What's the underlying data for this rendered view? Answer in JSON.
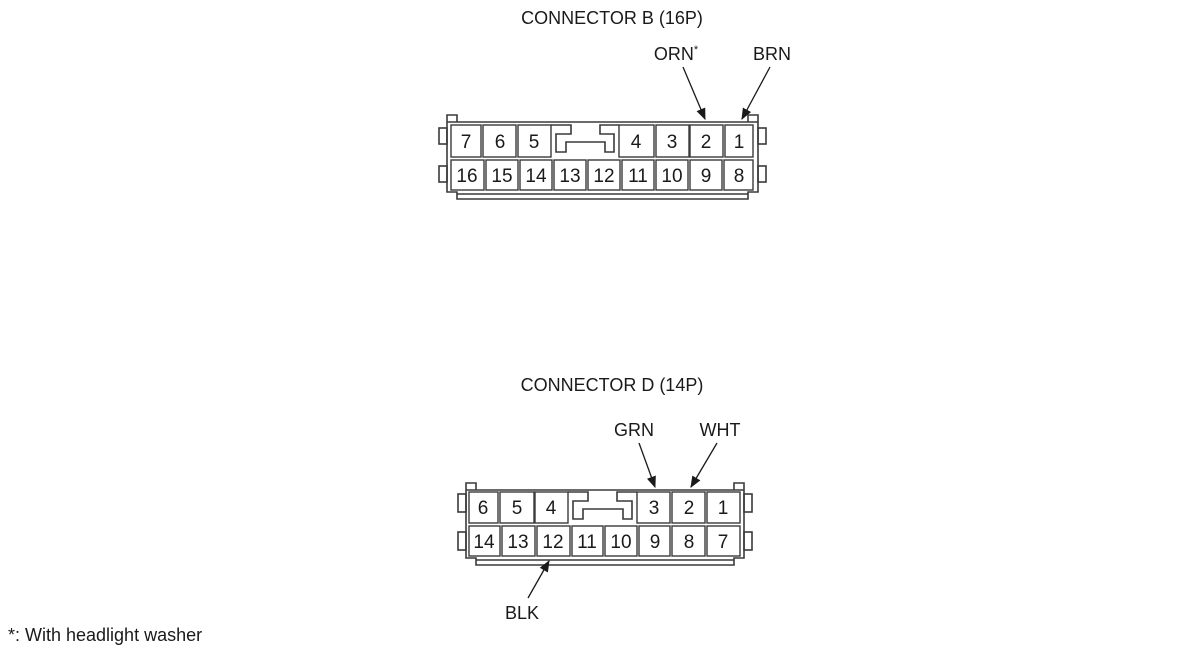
{
  "connectors": [
    {
      "title": "CONNECTOR B (16P)",
      "top_row": [
        "7",
        "6",
        "5",
        "4",
        "3",
        "2",
        "1"
      ],
      "bottom_row": [
        "16",
        "15",
        "14",
        "13",
        "12",
        "11",
        "10",
        "9",
        "8"
      ],
      "wires": [
        {
          "color": "ORN",
          "mark": "*",
          "pin": "2"
        },
        {
          "color": "BRN",
          "mark": "",
          "pin": "1"
        }
      ]
    },
    {
      "title": "CONNECTOR D (14P)",
      "top_row": [
        "6",
        "5",
        "4",
        "3",
        "2",
        "1"
      ],
      "bottom_row": [
        "14",
        "13",
        "12",
        "11",
        "10",
        "9",
        "8",
        "7"
      ],
      "wires": [
        {
          "color": "GRN",
          "mark": "",
          "pin": "3"
        },
        {
          "color": "WHT",
          "mark": "",
          "pin": "2"
        },
        {
          "color": "BLK",
          "mark": "",
          "pin": "12"
        }
      ]
    }
  ],
  "footnote": "*: With headlight washer"
}
